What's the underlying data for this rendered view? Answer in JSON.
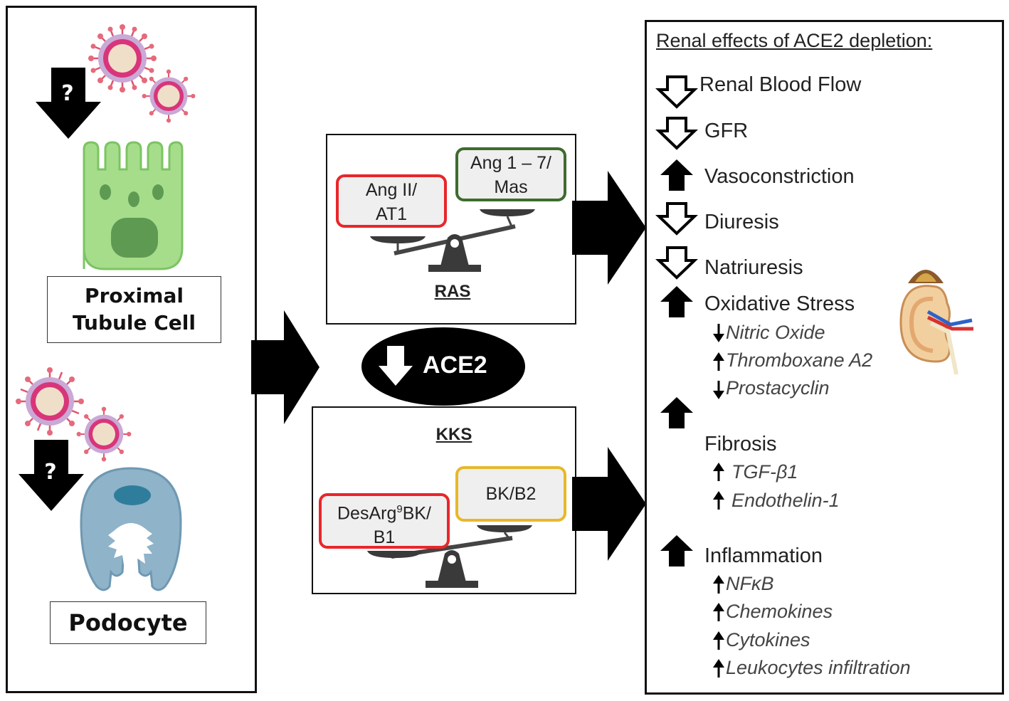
{
  "left_panel": {
    "proximal_label_line1": "Proximal",
    "proximal_label_line2": "Tubule Cell",
    "podocyte_label": "Podocyte",
    "question_mark": "?"
  },
  "ras": {
    "title": "RAS",
    "left_pill_line1": "Ang II/",
    "left_pill_line2": "AT1",
    "right_pill_line1": "Ang 1 – 7/",
    "right_pill_line2": "Mas"
  },
  "ace2": {
    "label": "ACE2"
  },
  "kks": {
    "title": "KKS",
    "left_pill_line1_main": "DesArg",
    "left_pill_line1_sup": "9",
    "left_pill_line1_rest": "BK/",
    "left_pill_line2": "B1",
    "right_pill": "BK/B2"
  },
  "effects": {
    "title": "Renal effects of ACE2 depletion:",
    "rbf": "Renal Blood Flow",
    "gfr": "GFR",
    "vaso": "Vasoconstriction",
    "diuresis": "Diuresis",
    "natriuresis": "Natriuresis",
    "oxidative": "Oxidative Stress",
    "nitric": "Nitric Oxide",
    "thromboxane": "Thromboxane A2",
    "prostacyclin": "Prostacyclin",
    "fibrosis": "Fibrosis",
    "tgf": "TGF-β1",
    "endothelin": "Endothelin-1",
    "inflammation": "Inflammation",
    "nfkb": "NFκB",
    "chemokines": "Chemokines",
    "cytokines": "Cytokines",
    "leukocytes": "Leukocytes infiltration"
  },
  "colors": {
    "red_border": "#e8262a",
    "green_border": "#3f6b2e",
    "yellow_border": "#e7b82a",
    "cell_green": "#a6dd8b",
    "podocyte_blue": "#8fb3c9"
  },
  "icons": {
    "virus": "virus-icon",
    "down_arrow": "down-arrow-icon",
    "up_arrow": "up-arrow-icon",
    "kidney": "kidney-icon",
    "scale": "balance-scale-icon"
  }
}
